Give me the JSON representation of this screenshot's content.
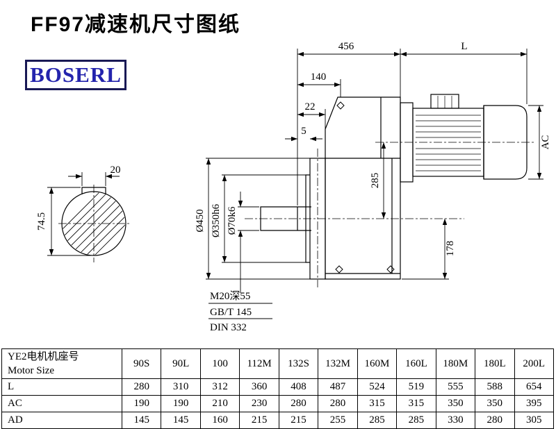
{
  "page": {
    "title": "FF97减速机尺寸图纸",
    "logo_text": "BOSERL"
  },
  "drawing": {
    "dim_456": "456",
    "dim_L": "L",
    "dim_140": "140",
    "dim_22": "22",
    "dim_5": "5",
    "dim_AC": "AC",
    "dim_285": "285",
    "dim_178": "178",
    "dia_flange": "Ø450",
    "dia_spigot": "Ø350h6",
    "dia_shaft": "Ø70k6",
    "key_width": "20",
    "key_height": "74.5",
    "note_thread": "M20深55",
    "note_gb": "GB/T 145",
    "note_din": "DIN 332"
  },
  "table": {
    "header_cn": "YE2电机机座号",
    "header_en": "Motor Size",
    "columns": [
      "90S",
      "90L",
      "100",
      "112M",
      "132S",
      "132M",
      "160M",
      "160L",
      "180M",
      "180L",
      "200L"
    ],
    "rows": [
      {
        "label": "L",
        "values": [
          "280",
          "310",
          "312",
          "360",
          "408",
          "487",
          "524",
          "519",
          "555",
          "588",
          "654"
        ]
      },
      {
        "label": "AC",
        "values": [
          "190",
          "190",
          "210",
          "230",
          "280",
          "280",
          "315",
          "315",
          "350",
          "350",
          "395"
        ]
      },
      {
        "label": "AD",
        "values": [
          "145",
          "145",
          "160",
          "215",
          "215",
          "255",
          "285",
          "285",
          "330",
          "280",
          "305"
        ]
      }
    ]
  }
}
